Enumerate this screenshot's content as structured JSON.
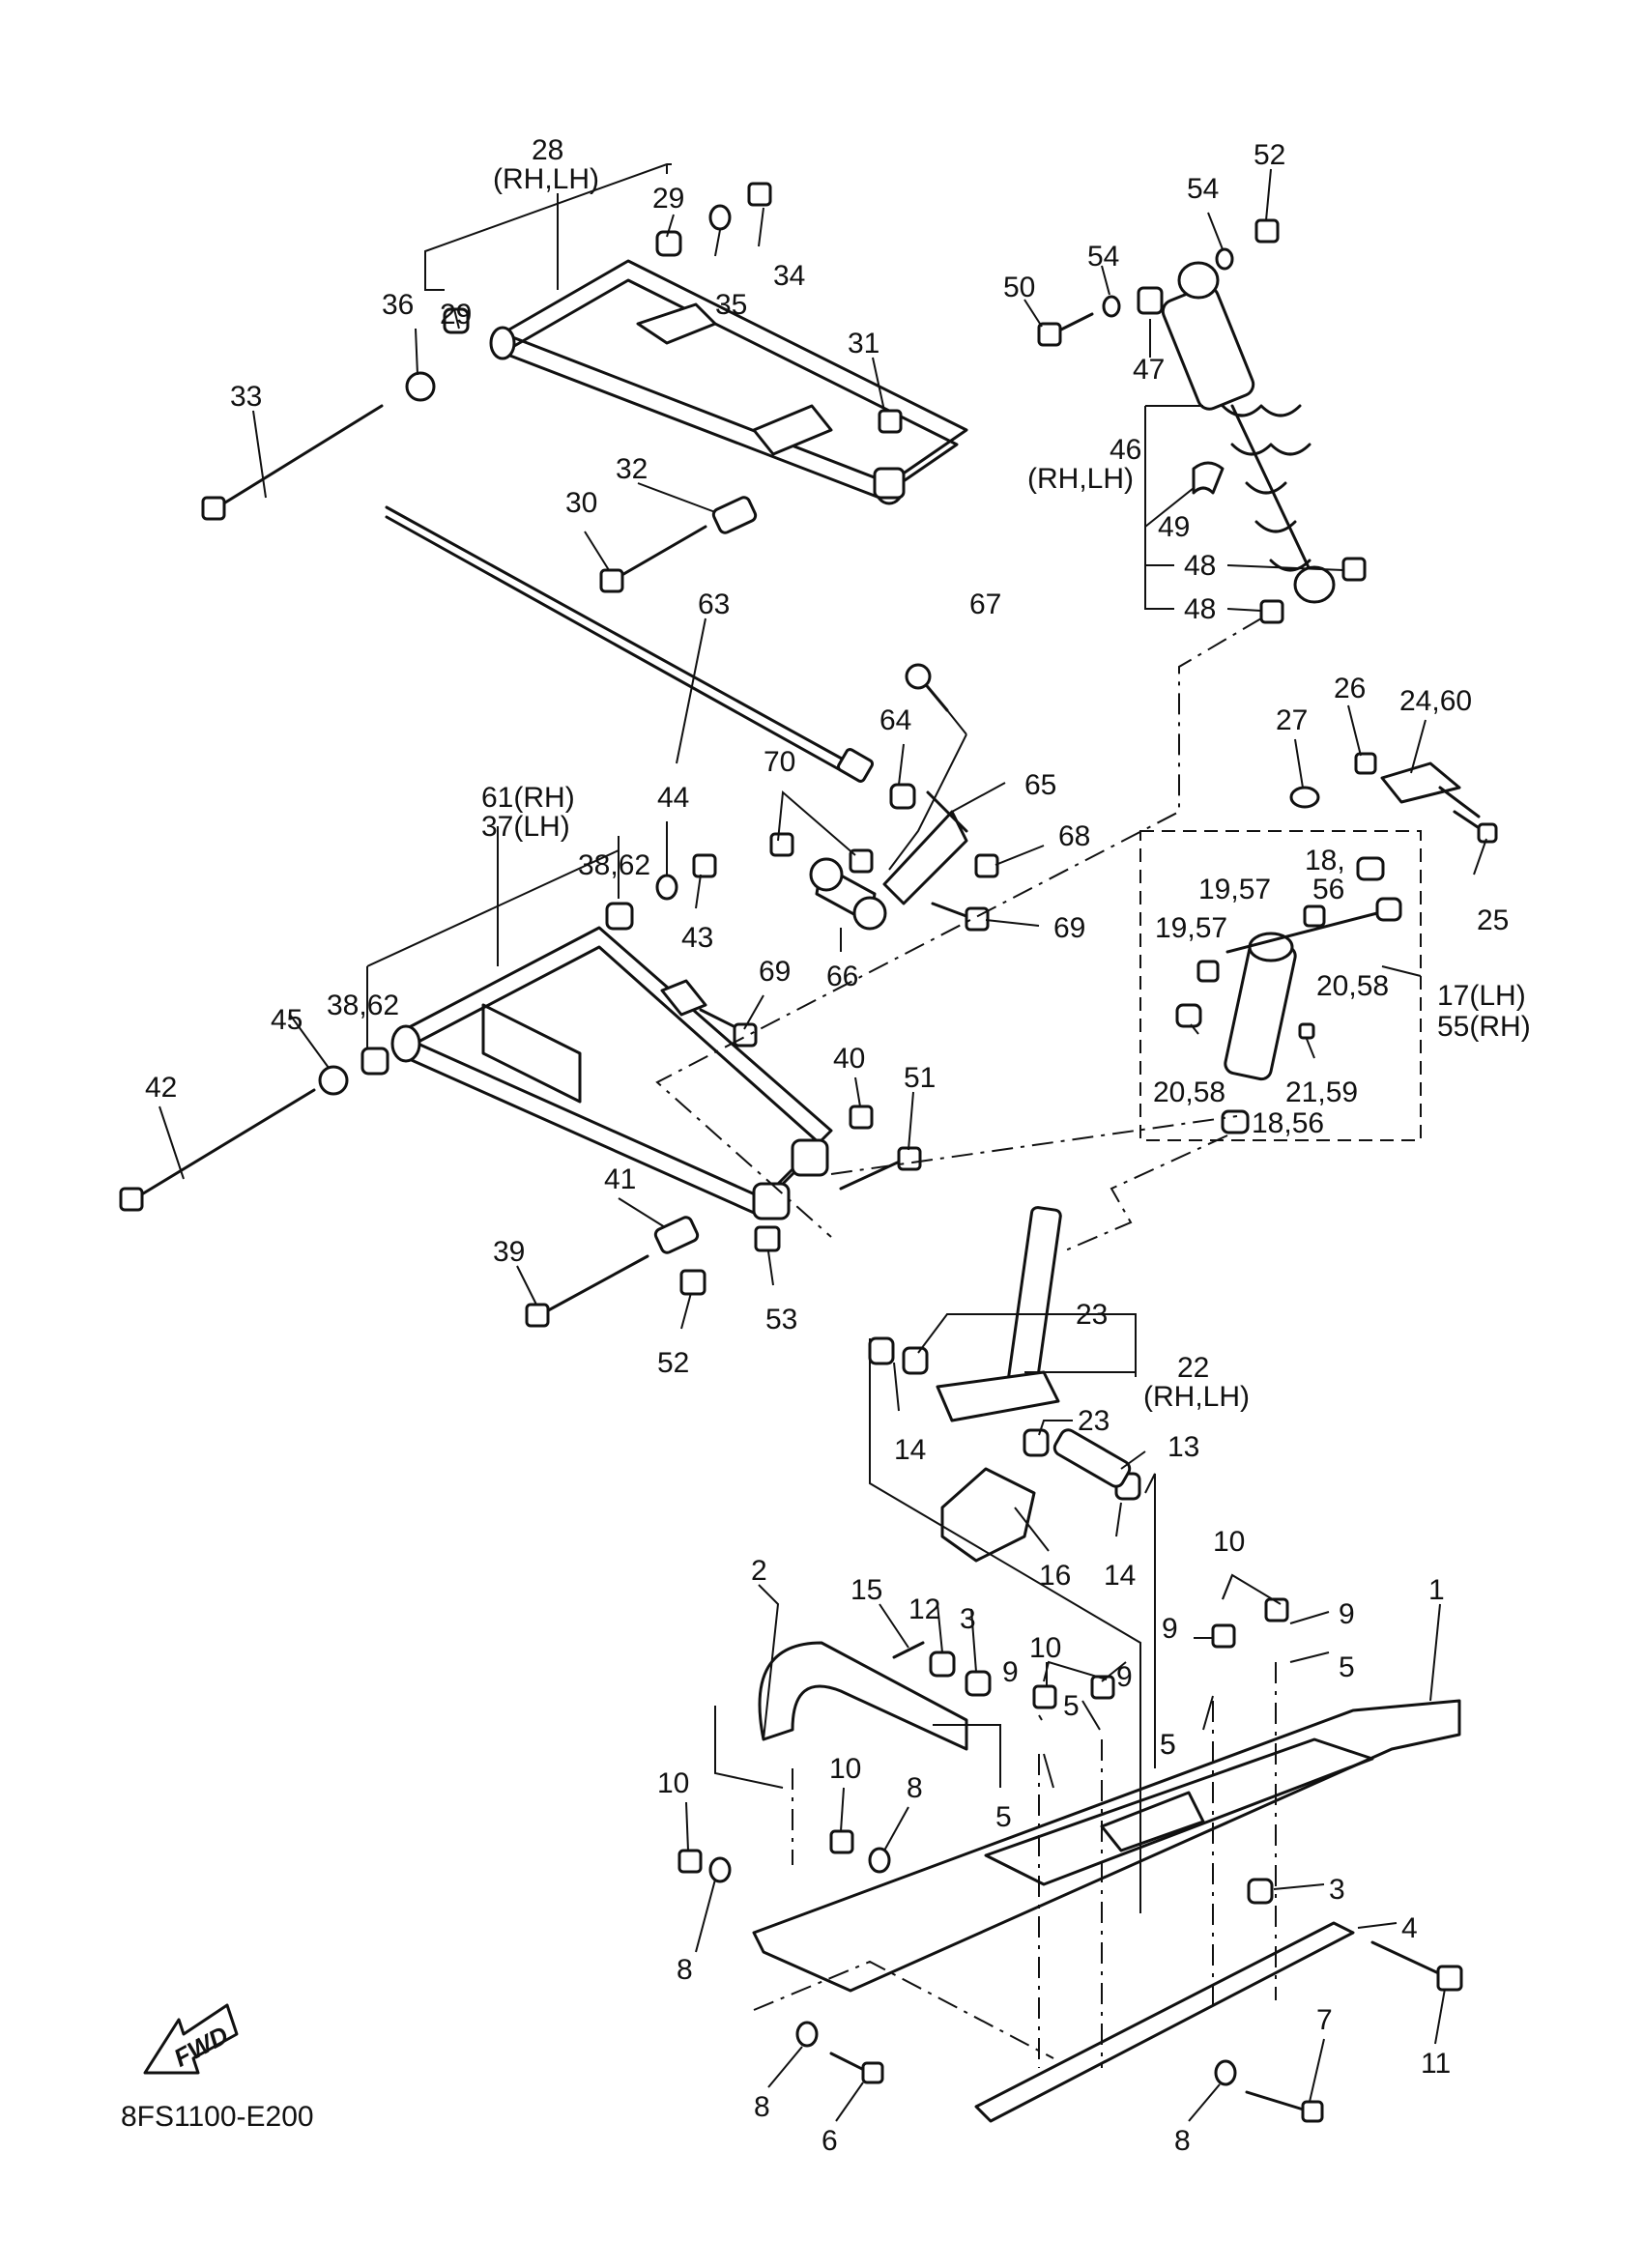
{
  "figure_code": "8FS1100-E200",
  "direction_badge": "FWD",
  "callouts": {
    "c1": "1",
    "c2": "2",
    "c3a": "3",
    "c3b": "3",
    "c4": "4",
    "c5a": "5",
    "c5b": "5",
    "c5c": "5",
    "c5d": "5",
    "c5e": "5",
    "c6": "6",
    "c7": "7",
    "c8a": "8",
    "c8b": "8",
    "c8c": "8",
    "c8d": "8",
    "c9a": "9",
    "c9b": "9",
    "c9c": "9",
    "c9d": "9",
    "c10a": "10",
    "c10b": "10",
    "c10c": "10",
    "c10d": "10",
    "c11": "11",
    "c12": "12",
    "c13": "13",
    "c14a": "14",
    "c14b": "14",
    "c15": "15",
    "c16": "16",
    "c17": "17(LH)",
    "c55": "55(RH)",
    "c18a": "18,",
    "c18b": "18,56",
    "c19a": "19,57",
    "c19b": "19,57",
    "c20a": "20,58",
    "c20b": "20,58",
    "c21": "21,59",
    "c22": "22",
    "c22sub": "(RH,LH)",
    "c23a": "23",
    "c23b": "23",
    "c24": "24,60",
    "c25": "25",
    "c26": "26",
    "c27": "27",
    "c28": "28",
    "c28sub": "(RH,LH)",
    "c29a": "29",
    "c29b": "29",
    "c30": "30",
    "c31": "31",
    "c32": "32",
    "c33": "33",
    "c34": "34",
    "c35": "35",
    "c36": "36",
    "c61": "61(RH)",
    "c37": "37(LH)",
    "c38a": "38,62",
    "c38b": "38,62",
    "c39": "39",
    "c40": "40",
    "c41": "41",
    "c42": "42",
    "c43": "43",
    "c44": "44",
    "c45": "45",
    "c46": "46",
    "c46sub": "(RH,LH)",
    "c47": "47",
    "c48a": "48",
    "c48b": "48",
    "c49": "49",
    "c50": "50",
    "c51": "51",
    "c52a": "52",
    "c52b": "52",
    "c53": "53",
    "c54a": "54",
    "c54b": "54",
    "c56": "56",
    "c63": "63",
    "c64": "64",
    "c65": "65",
    "c66": "66",
    "c67": "67",
    "c68": "68",
    "c69a": "69",
    "c69b": "69",
    "c70": "70"
  }
}
